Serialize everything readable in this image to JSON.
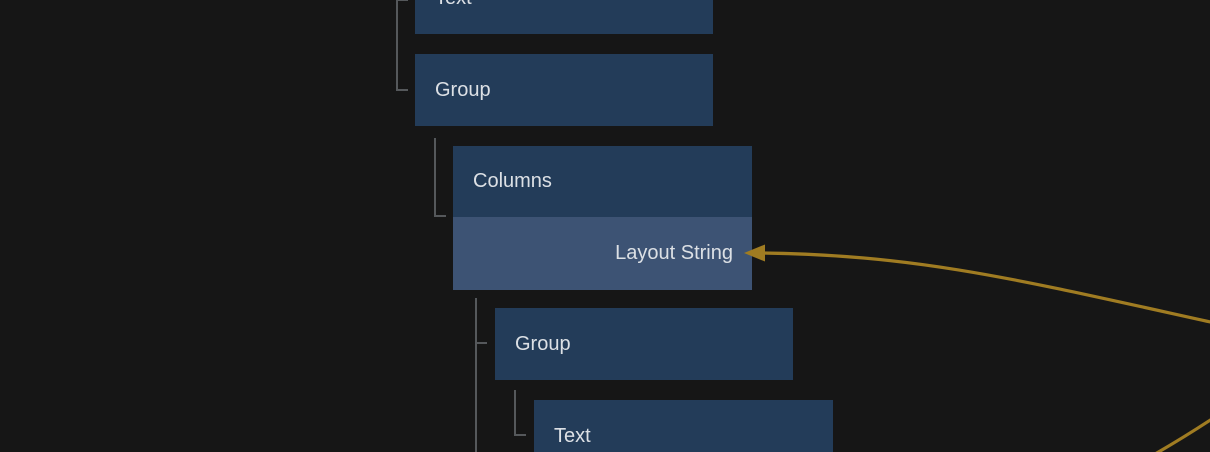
{
  "palette": {
    "canvas_bg": "#161616",
    "node_fill": "#233c59",
    "node_field_fill": "#3d5374",
    "node_text": "#dce0e5",
    "tree_line": "#55585b",
    "edge_color": "#a07c22"
  },
  "tree": {
    "nodes": [
      {
        "label": "Text",
        "depth": 0
      },
      {
        "label": "Group",
        "depth": 0
      },
      {
        "label": "Columns",
        "depth": 1,
        "field": "Layout String"
      },
      {
        "label": "Group",
        "depth": 2
      },
      {
        "label": "Text",
        "depth": 3
      }
    ]
  },
  "connections": [
    {
      "target": "Layout String",
      "style": "curved",
      "arrow": "left",
      "enters_from": "right-edge"
    },
    {
      "target": "off-screen",
      "style": "curved",
      "enters_from": "bottom-right-corner"
    }
  ]
}
